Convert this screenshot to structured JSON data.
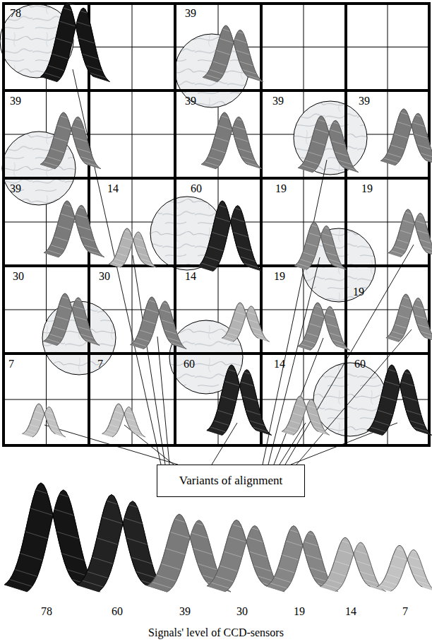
{
  "diagram": {
    "nodes": [
      {
        "text": [
          "Variants of alignment"
        ]
      }
    ],
    "labels": [
      "78",
      "39",
      "39",
      "39",
      "39",
      "39",
      "39",
      "14",
      "60",
      "19",
      "19",
      "30",
      "30",
      "14",
      "19",
      "19",
      "7",
      "7",
      "60",
      "14",
      "60",
      "Signals' level of CCD-sensors"
    ],
    "legend": [
      {
        "text": "78"
      },
      {
        "text": "60"
      },
      {
        "text": "39"
      },
      {
        "text": "30"
      },
      {
        "text": "19"
      },
      {
        "text": "14"
      },
      {
        "text": "7"
      }
    ]
  }
}
